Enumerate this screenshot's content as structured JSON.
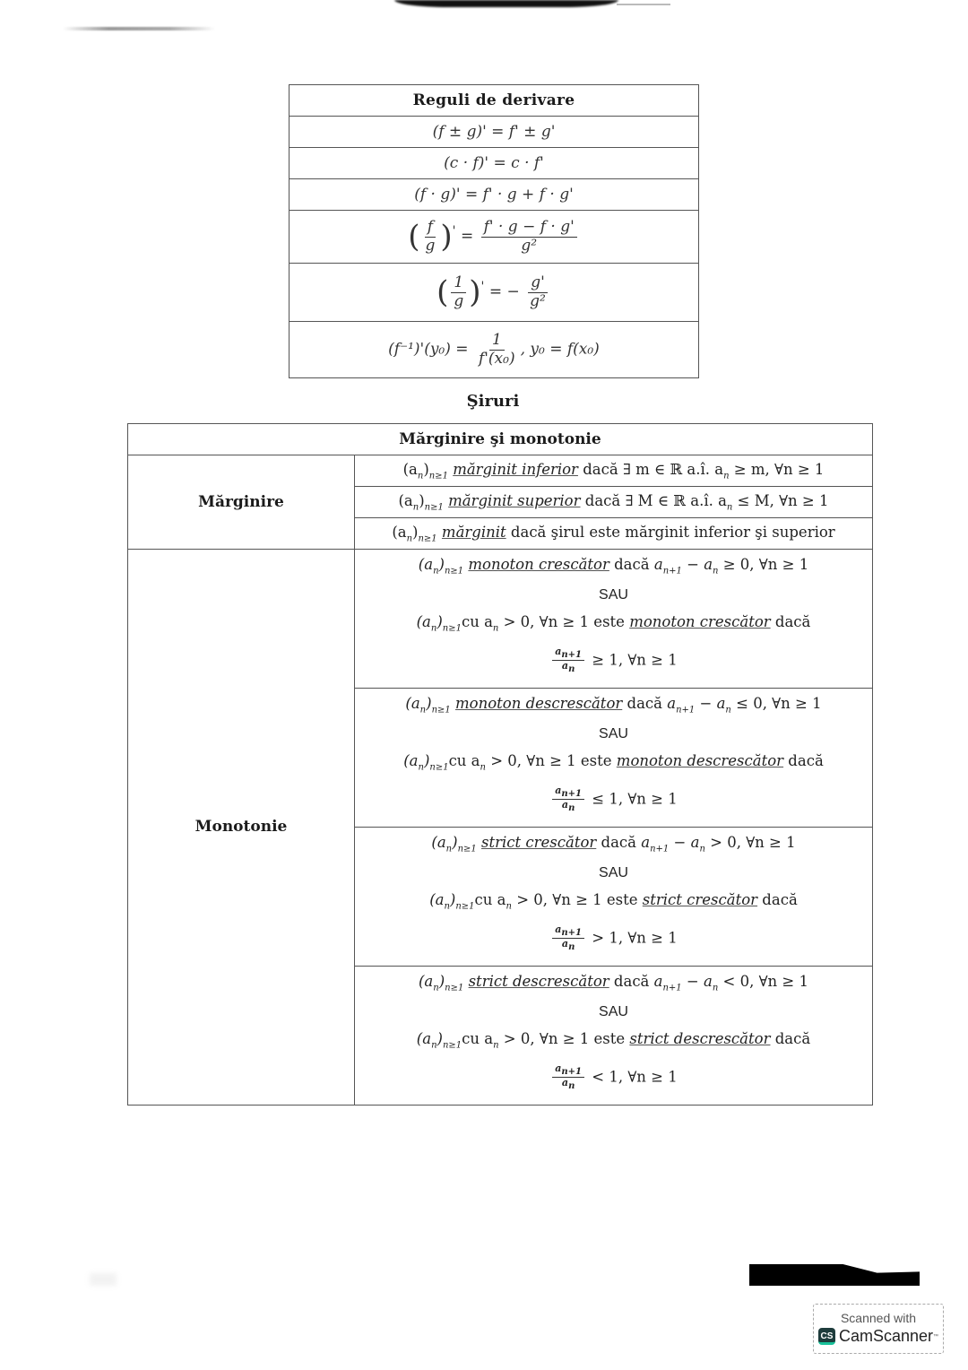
{
  "derivative_rules": {
    "title": "Reguli de derivare",
    "rows": [
      {
        "formula": "(f ± g)' = f' ± g'"
      },
      {
        "formula": "(c · f)' = c · f'"
      },
      {
        "formula": "(f · g)' = f' · g + f · g'"
      },
      {
        "lhs_num": "f",
        "lhs_den": "g",
        "rhs_num": "f' · g − f · g'",
        "rhs_den": "g²"
      },
      {
        "lhs_num": "1",
        "lhs_den": "g",
        "rhs_sign": "−",
        "rhs_num": "g'",
        "rhs_den": "g²"
      },
      {
        "lhs": "(f⁻¹)'(y₀) =",
        "rhs_num": "1",
        "rhs_den": "f'(x₀)",
        "tail": ", y₀ = f(x₀)"
      }
    ]
  },
  "section_title": "Şiruri",
  "sequences_table": {
    "header": "Mărginire şi monotonie",
    "groups": [
      {
        "label": "Mărginire",
        "rows": [
          {
            "prefix": "(a",
            "sub": "n≥1",
            "term": "mărginit inferior",
            "rest": " dacă ∃ m ∈ ℝ a.î. a",
            "rest_sub": "n",
            "rest_tail": " ≥ m, ∀n ≥ 1"
          },
          {
            "prefix": "(a",
            "sub": "n≥1",
            "term": "mărginit superior",
            "rest": " dacă ∃ M ∈ ℝ a.î. a",
            "rest_sub": "n",
            "rest_tail": " ≤ M, ∀n ≥ 1"
          },
          {
            "prefix": "(a",
            "sub": "n≥1",
            "term": "mărginit",
            "rest": " dacă şirul este mărginit inferior şi superior"
          }
        ]
      },
      {
        "label": "Monotonie",
        "rows": [
          {
            "term": "monoton crescător",
            "diff_cond": "≥ 0, ∀n ≥ 1",
            "or": "SAU",
            "alt_pre": "cu a",
            "alt_mid": " > 0, ∀n ≥ 1 este ",
            "ratio_cond": "≥ 1, ∀n ≥ 1"
          },
          {
            "term": "monoton descrescător",
            "diff_cond": "≤ 0, ∀n ≥ 1",
            "or": "SAU",
            "alt_pre": "cu a",
            "alt_mid": " > 0, ∀n ≥ 1 este ",
            "ratio_cond": "≤ 1, ∀n ≥ 1"
          },
          {
            "term": "strict crescător",
            "diff_cond": "> 0, ∀n ≥ 1",
            "or": "SAU",
            "alt_pre": "cu a",
            "alt_mid": " > 0, ∀n ≥ 1 este ",
            "ratio_cond": "> 1, ∀n ≥ 1"
          },
          {
            "term": "strict descrescător",
            "diff_cond": "< 0, ∀n ≥ 1",
            "or": "SAU",
            "alt_pre": "cu a",
            "alt_mid": " > 0, ∀n ≥ 1 este ",
            "ratio_cond": "< 1, ∀n ≥ 1"
          }
        ]
      }
    ],
    "common": {
      "seq_open": "(a",
      "seq_sub_n": "n",
      "seq_close": ")",
      "seq_index": "n≥1",
      "daca": " dacă ",
      "diff_a": "a",
      "diff_sub_n1": "n+1",
      "diff_minus": " − a",
      "diff_sub_n": "n",
      "ratio_num": "a",
      "ratio_num_sub": "n+1",
      "ratio_den": "a",
      "ratio_den_sub": "n"
    }
  },
  "watermark": {
    "line1": "Scanned with",
    "logo": "CS",
    "brand": "CamScanner",
    "tm": "™"
  }
}
